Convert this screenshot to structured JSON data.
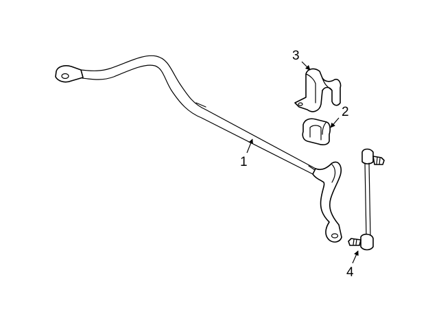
{
  "diagram": {
    "callouts": [
      {
        "id": "1",
        "label": "1",
        "part": "stabilizer-bar"
      },
      {
        "id": "2",
        "label": "2",
        "part": "bushing"
      },
      {
        "id": "3",
        "label": "3",
        "part": "bushing-bracket"
      },
      {
        "id": "4",
        "label": "4",
        "part": "stabilizer-link"
      }
    ],
    "colors": {
      "line": "#000000",
      "background": "#ffffff"
    }
  }
}
